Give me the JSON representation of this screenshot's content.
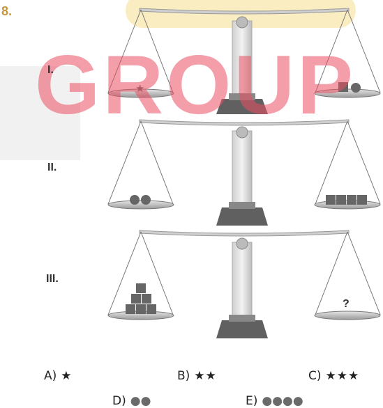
{
  "question": {
    "number": "8.",
    "watermark": "GROUP",
    "scale_labels": [
      "I.",
      "II.",
      "III."
    ],
    "unknown_mark": "?"
  },
  "options": [
    {
      "letter": "A)",
      "symbol": "★"
    },
    {
      "letter": "B)",
      "symbol": "★★"
    },
    {
      "letter": "C)",
      "symbol": "★★★"
    },
    {
      "letter": "D)",
      "symbol": "●●"
    },
    {
      "letter": "E)",
      "symbol": "●●●●"
    }
  ],
  "colors": {
    "question_number": "#c9973a",
    "watermark": "#e94e60",
    "scale_base": "#555555",
    "shape_fill": "#666666"
  }
}
